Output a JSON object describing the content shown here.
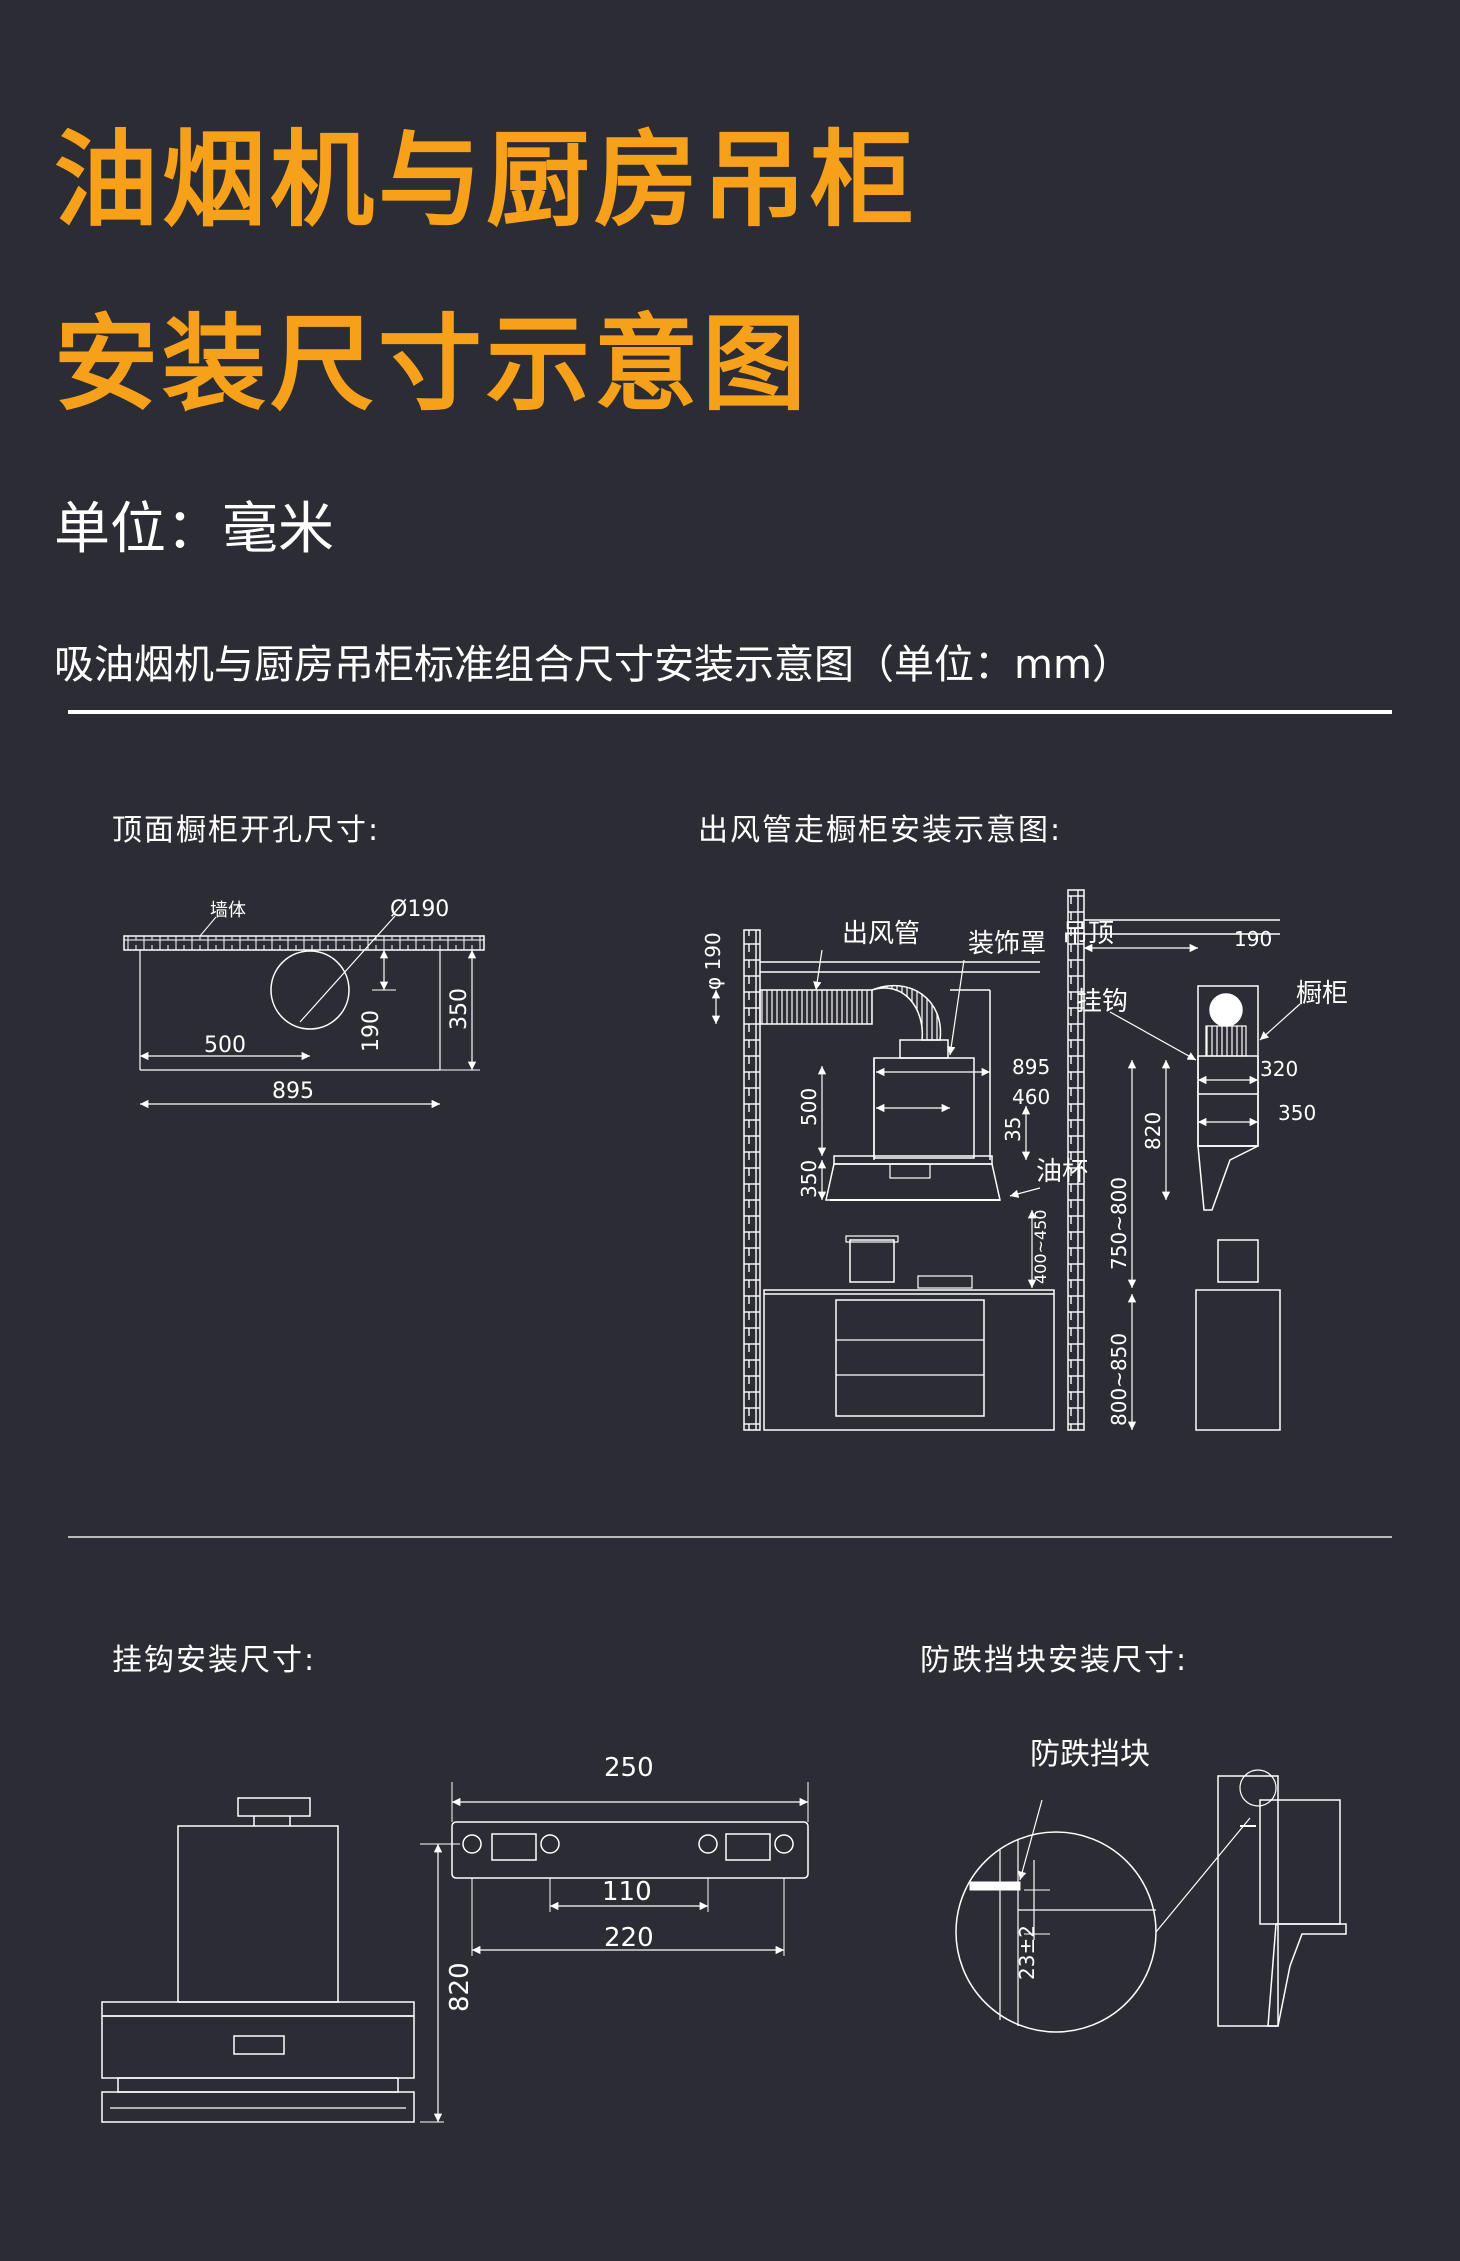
{
  "header": {
    "title_line1": "油烟机与厨房吊柜",
    "title_line2": "安装尺寸示意图",
    "unit": "单位：毫米",
    "subtitle": "吸油烟机与厨房吊柜标准组合尺寸安装示意图（单位：mm）"
  },
  "colors": {
    "background": "#2c2c34",
    "title": "#f7a11a",
    "lines": "#ffffff"
  },
  "sections": {
    "top_hole": {
      "title": "顶面橱柜开孔尺寸:",
      "labels": {
        "wall": "墙体",
        "diameter": "Ø190",
        "d500": "500",
        "d895": "895",
        "d190": "190",
        "d350": "350"
      }
    },
    "duct": {
      "title": "出风管走橱柜安装示意图:",
      "labels": {
        "duct": "出风管",
        "cover": "装饰罩",
        "ceiling": "吊顶",
        "hook": "挂钩",
        "cabinet": "橱柜",
        "oil_cup": "油杯",
        "phi190": "φ 190",
        "d190": "190",
        "d895": "895",
        "d460": "460",
        "d35": "35",
        "d500": "500",
        "d350": "350",
        "d320": "320",
        "d350b": "350",
        "d820": "820",
        "r750_800": "750~800",
        "r400_450": "400~450",
        "r800_850": "800~850"
      }
    },
    "hook": {
      "title": "挂钩安装尺寸:",
      "labels": {
        "d250": "250",
        "d110": "110",
        "d220": "220",
        "d820": "820"
      }
    },
    "anti_fall": {
      "title": "防跌挡块安装尺寸:",
      "labels": {
        "block": "防跌挡块",
        "d23": "23±2"
      }
    }
  }
}
